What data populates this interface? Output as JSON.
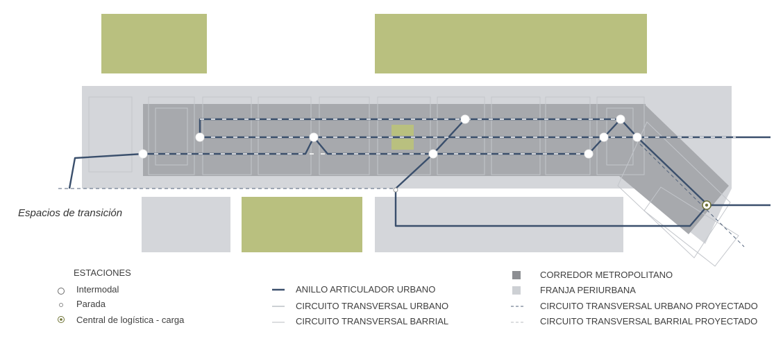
{
  "annotation": "Espacios de transición",
  "legend": {
    "stations_heading": "ESTACIONES",
    "stations": [
      "Intermodal",
      "Parada",
      "Central de logística - carga"
    ],
    "lines": [
      "ANILLO ARTICULADOR URBANO",
      "CIRCUITO TRANSVERSAL URBANO",
      "CIRCUITO TRANSVERSAL BARRIAL"
    ],
    "areas": [
      "CORREDOR METROPOLITANO",
      "FRANJA PERIURBANA",
      "CIRCUITO TRANSVERSAL URBANO PROYECTADO",
      "CIRCUITO TRANSVERSAL BARRIAL PROYECTADO"
    ]
  },
  "colors": {
    "green_block": "#b9c07f",
    "periurban_band": "#d4d6da",
    "metro_corridor": "#a7a9ad",
    "ring_line": "#3a4f6c",
    "station_fill": "#ffffff"
  }
}
